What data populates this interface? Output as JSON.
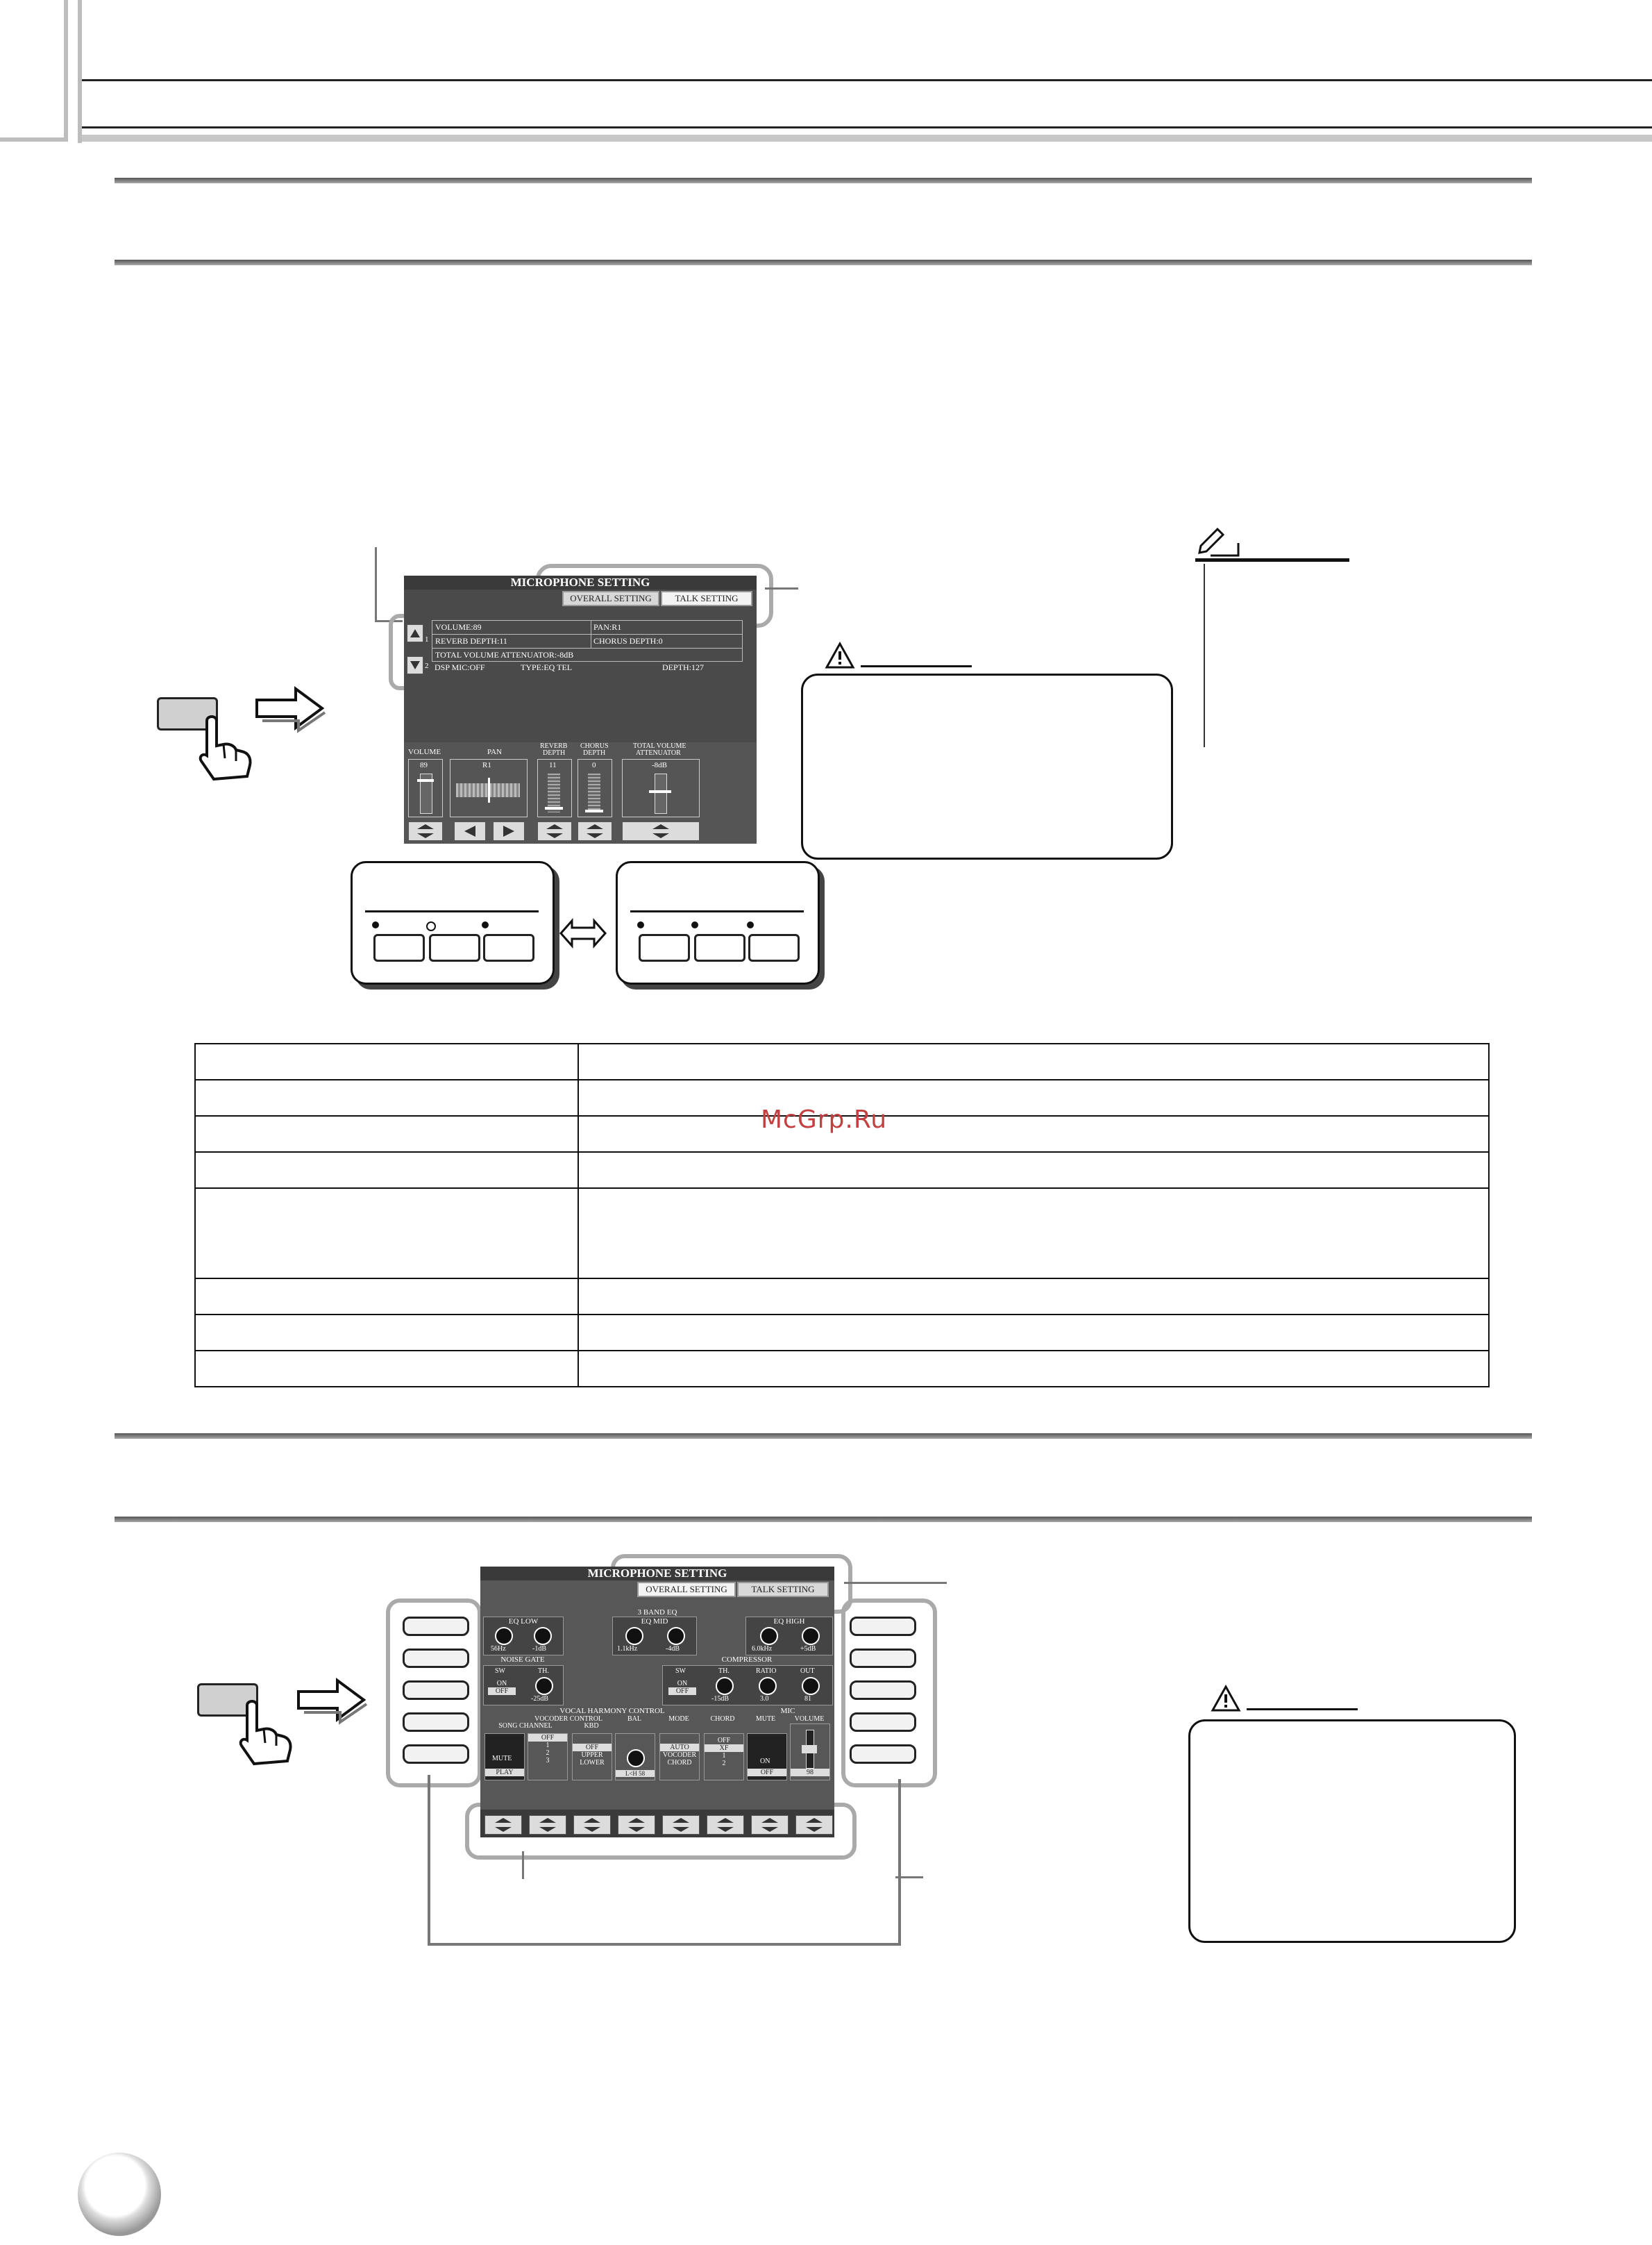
{
  "watermark": "McGrp.Ru",
  "screen1": {
    "title": "MICROPHONE SETTING",
    "tabs": [
      "OVERALL SETTING",
      "TALK SETTING"
    ],
    "rows": {
      "r1a": "VOLUME:89",
      "r1b": "PAN:R1",
      "r2a": "REVERB DEPTH:11",
      "r2b": "CHORUS DEPTH:0",
      "r3a": "TOTAL VOLUME ATTENUATOR:-8dB",
      "r4a": "DSP MIC:OFF",
      "r4b": "TYPE:EQ TEL",
      "r4c": "DEPTH:127"
    },
    "row_numbers": [
      "1",
      "2"
    ],
    "col_labels": {
      "volume": "VOLUME",
      "pan": "PAN",
      "reverb1": "REVERB",
      "reverb2": "DEPTH",
      "chorus1": "CHORUS",
      "chorus2": "DEPTH",
      "total1": "TOTAL VOLUME",
      "total2": "ATTENUATOR"
    },
    "col_values": {
      "volume": "89",
      "pan": "R1",
      "reverb": "11",
      "chorus": "0",
      "total": "-8dB"
    }
  },
  "screen2": {
    "title": "MICROPHONE SETTING",
    "tabs": [
      "OVERALL SETTING",
      "TALK SETTING"
    ],
    "band_eq": "3 BAND EQ",
    "eq_low": "EQ LOW",
    "eq_mid": "EQ MID",
    "eq_high": "EQ HIGH",
    "eq_low_vals": [
      "56Hz",
      "-1dB"
    ],
    "eq_mid_vals": [
      "1.1kHz",
      "-4dB"
    ],
    "eq_high_vals": [
      "6.0kHz",
      "+5dB"
    ],
    "noise_gate": "NOISE GATE",
    "compressor": "COMPRESSOR",
    "sw": "SW",
    "th": "TH.",
    "ratio": "RATIO",
    "out": "OUT",
    "on": "ON",
    "off": "OFF",
    "ng_th": "-25dB",
    "comp_th": "-15dB",
    "ratio_val": "3.0",
    "out_val": "81",
    "vhc": "VOCAL HARMONY CONTROL",
    "vocoder_control": "VOCODER CONTROL",
    "song_channel": "SONG CHANNEL",
    "kbd": "KBD",
    "bal": "BAL",
    "mode": "MODE",
    "chord": "CHORD",
    "mic": "MIC",
    "mute": "MUTE",
    "volume": "VOLUME",
    "play": "PLAY",
    "ch_off": "OFF",
    "ch_nums": [
      "1",
      "2",
      "3"
    ],
    "kbd_opts": [
      "OFF",
      "UPPER",
      "LOWER"
    ],
    "bal_val": "L<H 58",
    "mode_opts": [
      "AUTO",
      "VOCODER",
      "CHORD"
    ],
    "chord_opts": [
      "OFF",
      "XF",
      "1",
      "2"
    ],
    "mic_onoff": [
      "ON",
      "OFF"
    ],
    "mic_vol": "98"
  }
}
